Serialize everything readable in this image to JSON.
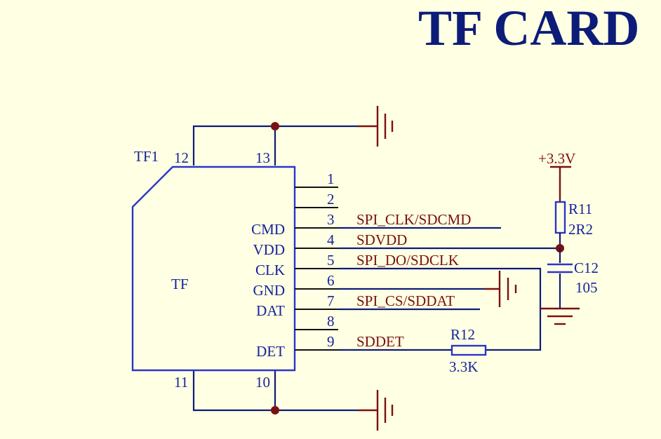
{
  "title": "TF CARD",
  "connector": {
    "ref": "TF1",
    "name": "TF",
    "top_pins": [
      "12",
      "13"
    ],
    "bottom_pins": [
      "11",
      "10"
    ],
    "right_pins": [
      {
        "num": "1",
        "label": "",
        "net": ""
      },
      {
        "num": "2",
        "label": "",
        "net": ""
      },
      {
        "num": "3",
        "label": "CMD",
        "net": "SPI_CLK/SDCMD"
      },
      {
        "num": "4",
        "label": "VDD",
        "net": "SDVDD"
      },
      {
        "num": "5",
        "label": "CLK",
        "net": "SPI_DO/SDCLK"
      },
      {
        "num": "6",
        "label": "GND",
        "net": ""
      },
      {
        "num": "7",
        "label": "DAT",
        "net": "SPI_CS/SDDAT"
      },
      {
        "num": "8",
        "label": "",
        "net": ""
      },
      {
        "num": "9",
        "label": "DET",
        "net": "SDDET"
      }
    ]
  },
  "power": {
    "label": "+3.3V"
  },
  "r11": {
    "ref": "R11",
    "value": "2R2"
  },
  "c12": {
    "ref": "C12",
    "value": "105"
  },
  "r12": {
    "ref": "R12",
    "value": "3.3K"
  },
  "colors": {
    "background": "#ffffe3",
    "wire": "#0c1c78",
    "component": "#2a35c8",
    "net_label": "#7a1010",
    "junction": "#7a1010"
  }
}
